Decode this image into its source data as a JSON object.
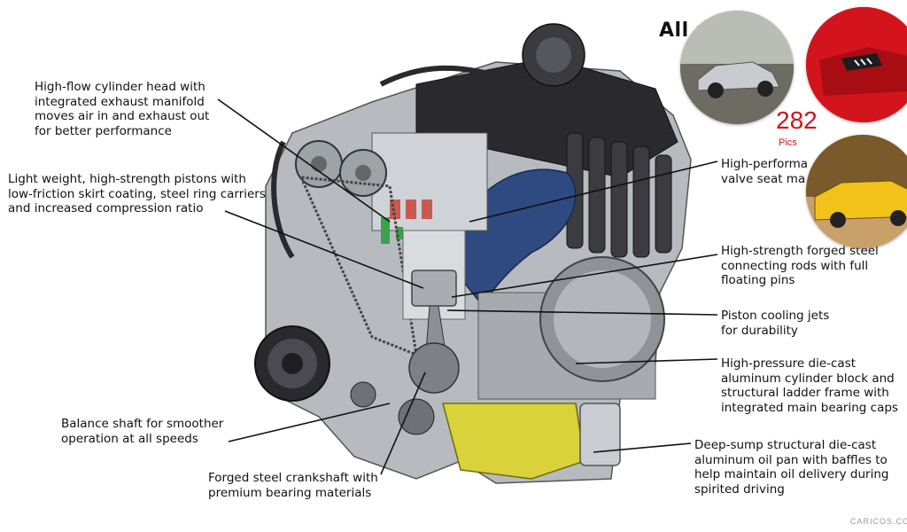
{
  "labels": {
    "cylinder_head": "High-flow cylinder head with\nintegrated exhaust manifold\nmoves air in and exhaust out\nfor better performance",
    "pistons": "Light weight, high-strength pistons with\nlow-friction skirt coating, steel ring carriers\nand increased compression ratio",
    "valve_seat": "High-performa\nvalve seat ma",
    "connecting_rods": "High-strength forged steel\nconnecting rods with full\nfloating pins",
    "cooling_jets": "Piston cooling jets\nfor durability",
    "cylinder_block": "High-pressure die-cast\naluminum cylinder block and\nstructural ladder frame with\nintegrated main bearing caps",
    "balance_shaft": "Balance shaft for smoother\noperation at all speeds",
    "crankshaft": "Forged steel crankshaft with\npremium bearing materials",
    "oil_pan": "Deep-sump structural die-cast\naluminum oil pan with baffles to\nhelp maintain oil delivery during\nspirited driving"
  },
  "promo": {
    "title": "All       rd I",
    "count": "282",
    "count_label": "Pics"
  },
  "watermark": "CARICOS.CO",
  "colors": {
    "accent": "#d0141d",
    "engine_metal": "#9ea3a8",
    "intake_blue": "#2f4a80",
    "oil_yellow": "#d9d23a",
    "valve_green": "#3aa24a",
    "dark_housing": "#2a2a2e"
  }
}
